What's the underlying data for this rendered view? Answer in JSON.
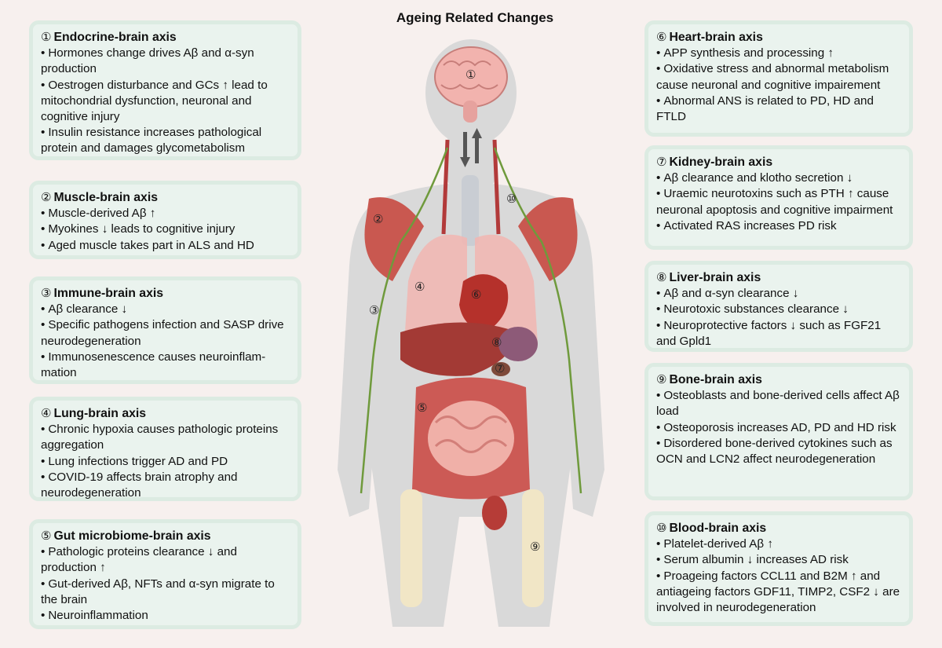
{
  "title": "Ageing Related Changes",
  "colors": {
    "panel_bg": "#eaf3ee",
    "panel_border": "#dcebe2",
    "page_bg": "#f7f0ee"
  },
  "figure_labels": [
    "①",
    "②",
    "③",
    "④",
    "⑤",
    "⑥",
    "⑦",
    "⑧",
    "⑨",
    "⑩"
  ],
  "panels": [
    {
      "num": "①",
      "title": "Endocrine-brain axis",
      "items": [
        "Hormones change drives Aβ and α-syn production",
        "Oestrogen disturbance and GCs ↑ lead to mitochondrial dysfunction, neuronal and cognitive injury",
        "Insulin resistance increases pathological protein and damages glycometabolism"
      ]
    },
    {
      "num": "②",
      "title": "Muscle-brain axis",
      "items": [
        "Muscle-derived Aβ ↑",
        "Myokines ↓ leads to cognitive injury",
        "Aged muscle takes part in ALS and HD"
      ]
    },
    {
      "num": "③",
      "title": "Immune-brain axis",
      "items": [
        "Aβ clearance ↓",
        "Specific pathogens infection and SASP drive neurodegeneration",
        "Immunosenescence causes neuroinflam-mation"
      ]
    },
    {
      "num": "④",
      "title": "Lung-brain axis",
      "items": [
        "Chronic hypoxia causes pathologic proteins aggregation",
        "Lung infections trigger AD and PD",
        "COVID-19 affects brain atrophy and neurodegeneration"
      ]
    },
    {
      "num": "⑤",
      "title": "Gut microbiome-brain axis",
      "items": [
        "Pathologic proteins clearance ↓ and production ↑",
        "Gut-derived Aβ, NFTs and α-syn migrate to the brain",
        "Neuroinflammation"
      ]
    },
    {
      "num": "⑥",
      "title": "Heart-brain axis",
      "items": [
        "APP synthesis and processing ↑",
        "Oxidative stress and abnormal metabolism cause neuronal and cognitive impairement",
        "Abnormal ANS is related to PD, HD and FTLD"
      ]
    },
    {
      "num": "⑦",
      "title": "Kidney-brain axis",
      "items": [
        "Aβ clearance and klotho secretion ↓",
        "Uraemic neurotoxins such as PTH ↑ cause neuronal apoptosis and cognitive impairment",
        "Activated RAS increases PD risk"
      ]
    },
    {
      "num": "⑧",
      "title": "Liver-brain axis",
      "items": [
        "Aβ and α-syn clearance ↓",
        "Neurotoxic substances clearance ↓",
        "Neuroprotective factors ↓ such as FGF21 and Gpld1"
      ]
    },
    {
      "num": "⑨",
      "title": "Bone-brain axis",
      "items": [
        "Osteoblasts and bone-derived cells affect Aβ load",
        "Osteoporosis increases AD, PD and HD risk",
        "Disordered bone-derived cytokines such as OCN and LCN2 affect neurodegeneration"
      ]
    },
    {
      "num": "⑩",
      "title": "Blood-brain axis",
      "items": [
        "Platelet-derived Aβ ↑",
        "Serum albumin ↓ increases AD risk",
        "Proageing factors CCL11 and B2M ↑ and antiageing factors GDF11, TIMP2, CSF2 ↓ are involved in neurodegeneration"
      ]
    }
  ]
}
